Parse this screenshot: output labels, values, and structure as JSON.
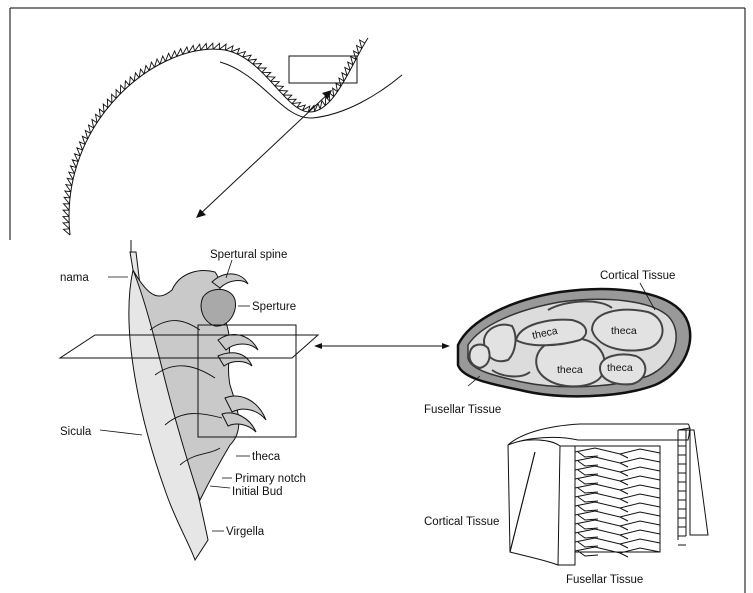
{
  "labels": {
    "nama": "nama",
    "spertural_spine": "Spertural spine",
    "sperture": "Sperture",
    "sicula": "Sicula",
    "theca": "theca",
    "primary_notch": "Primary notch",
    "initial_bud": "Initial Bud",
    "virgella": "Virgella",
    "cortical_tissue_top": "Cortical Tissue",
    "fusellar_tissue_top": "Fusellar Tissue",
    "cortical_tissue_bottom": "Cortical Tissue",
    "fusellar_tissue_bottom": "Fusellar Tissue"
  },
  "section_labels": [
    "theca",
    "theca",
    "theca",
    "theca"
  ],
  "colors": {
    "stroke": "#1a1a1a",
    "body_fill": "#c9c9c9",
    "body_light": "#e2e2e2",
    "theca_fill": "#d4d4d4",
    "section_wall": "#555555"
  }
}
